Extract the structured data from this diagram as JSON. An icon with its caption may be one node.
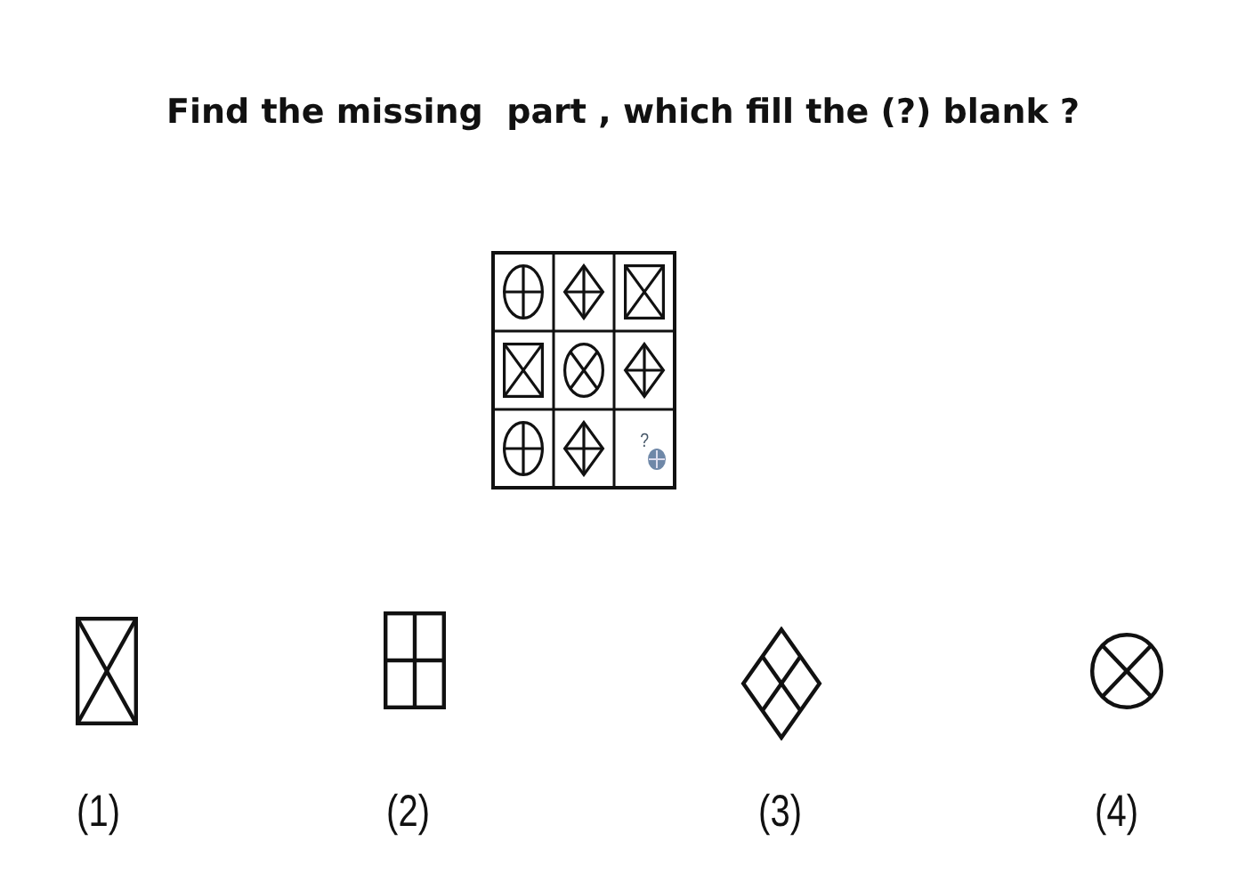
{
  "diagram": {
    "title": "Find the missing  part , which fill the (?) blank ?",
    "labels": [
      "?",
      "(1)",
      "(2)",
      "(3)",
      "(4)"
    ]
  }
}
